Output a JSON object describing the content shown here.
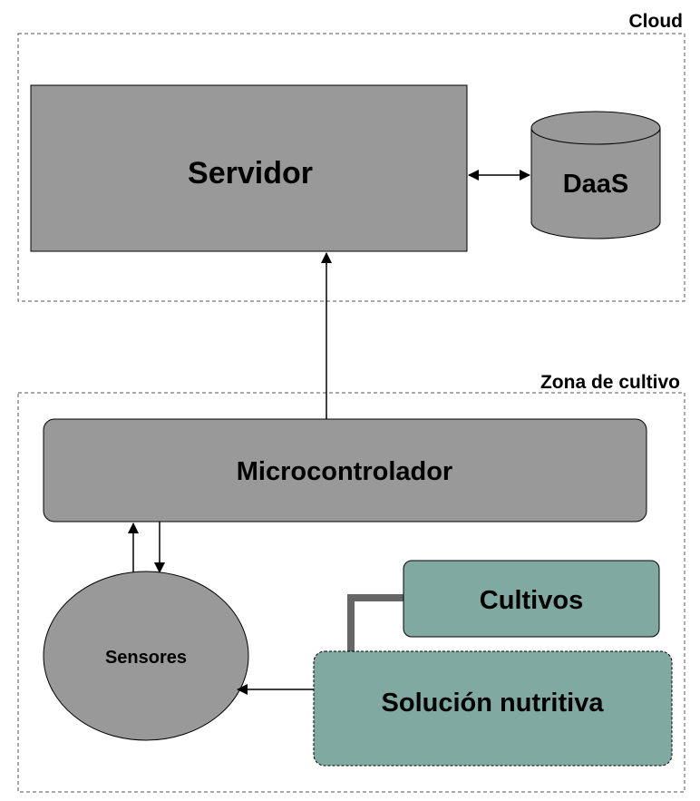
{
  "diagram": {
    "groups": {
      "cloud": {
        "label": "Cloud"
      },
      "zona": {
        "label": "Zona de cultivo"
      }
    },
    "nodes": {
      "servidor": {
        "label": "Servidor",
        "fill": "#999999"
      },
      "daas": {
        "label": "DaaS",
        "fill": "#999999"
      },
      "microcontrolador": {
        "label": "Microcontrolador",
        "fill": "#999999"
      },
      "sensores": {
        "label": "Sensores",
        "fill": "#999999"
      },
      "cultivos": {
        "label": "Cultivos",
        "fill": "#7fa9a1"
      },
      "solucion": {
        "label": "Solución nutritiva",
        "fill": "#7fa9a1"
      }
    },
    "connections": [
      {
        "from": "servidor",
        "to": "daas",
        "type": "bidirectional-arrow"
      },
      {
        "from": "microcontrolador",
        "to": "servidor",
        "type": "arrow"
      },
      {
        "from": "sensores",
        "to": "microcontrolador",
        "type": "arrow"
      },
      {
        "from": "microcontrolador",
        "to": "sensores",
        "type": "arrow"
      },
      {
        "from": "solucion",
        "to": "sensores",
        "type": "arrow"
      },
      {
        "from": "cultivos",
        "to": "solucion",
        "type": "thick-link"
      }
    ]
  }
}
